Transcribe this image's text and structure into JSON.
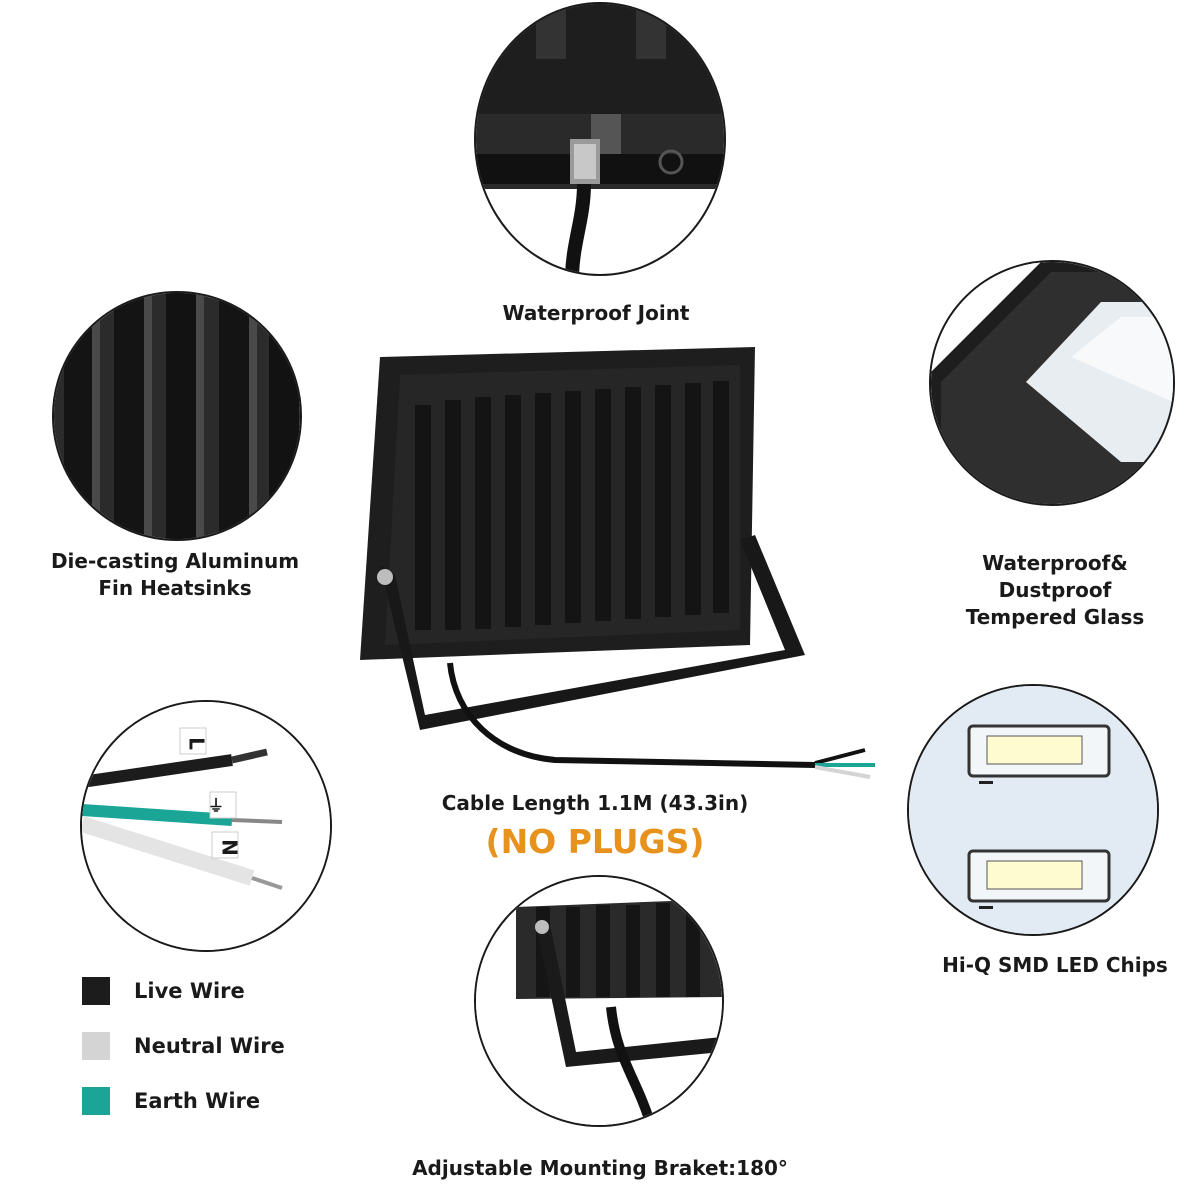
{
  "callouts": {
    "waterproof_joint": "Waterproof Joint",
    "heatsinks": [
      "Die-casting Aluminum",
      "Fin Heatsinks"
    ],
    "tempered_glass": [
      "Waterproof&",
      "Dustproof",
      "Tempered Glass"
    ],
    "led_chips": "Hi-Q SMD LED Chips",
    "bracket": "Adjustable Mounting Braket:180°",
    "cable_length": "Cable Length 1.1M (43.3in)",
    "no_plugs": "(NO PLUGS)"
  },
  "wire_markers": {
    "live": "L",
    "earth": "⏚",
    "neutral": "N"
  },
  "legend": [
    {
      "label": "Live Wire",
      "color": "#1c1c1c"
    },
    {
      "label": "Neutral Wire",
      "color": "#d4d4d4"
    },
    {
      "label": "Earth Wire",
      "color": "#1aa596"
    }
  ],
  "colors": {
    "accent": "#e8921e",
    "housing": "#1c1c1c",
    "earth": "#1aa596"
  }
}
